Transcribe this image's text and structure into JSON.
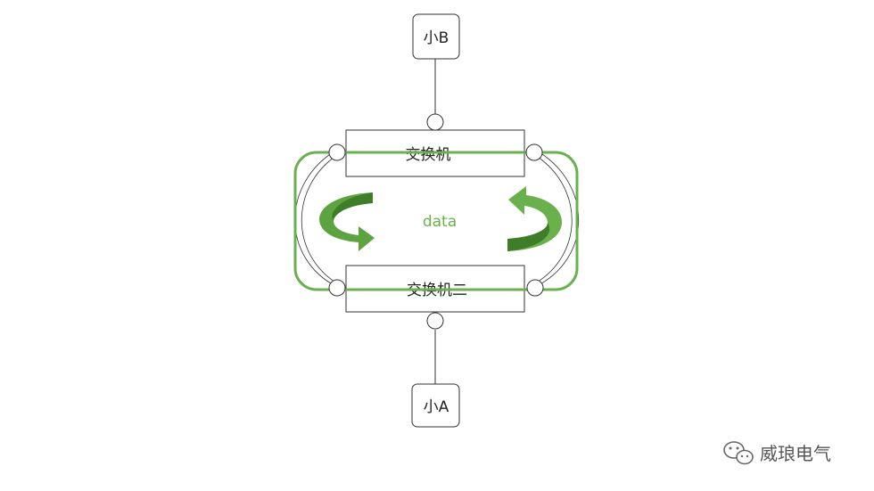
{
  "nodes": {
    "host_b": "小B",
    "host_a": "小A",
    "switch_1": "交换机",
    "switch_2": "交换机二"
  },
  "flow_label": "data",
  "watermark": "威琅电气",
  "colors": {
    "loop": "#6ab04c",
    "arrow": "#5da441",
    "arrow_dark": "#3f7d28",
    "label": "#6ab04c",
    "line": "#333333"
  }
}
